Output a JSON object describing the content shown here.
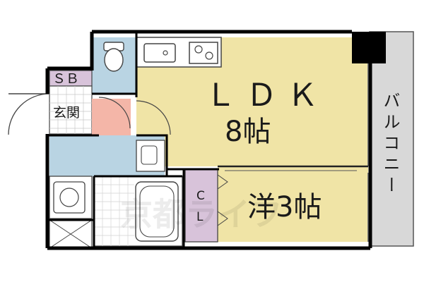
{
  "rooms": {
    "ldk_label": "ＬＤＫ",
    "ldk_size": "8帖",
    "western_label": "洋3帖",
    "sb_label": "ＳＢ",
    "entrance_label": "玄関",
    "closet_top": "C",
    "closet_bottom": "L",
    "balcony_label": "バルコニー"
  },
  "watermark": {
    "text": "京都ライフ"
  },
  "colors": {
    "ldk_floor": "#f0e4a6",
    "water_area": "#b9d4e3",
    "storage": "#d8c3da",
    "entrance_tile": "#f4b6a8",
    "balcony": "#d8d8d8",
    "wall": "#000000"
  }
}
